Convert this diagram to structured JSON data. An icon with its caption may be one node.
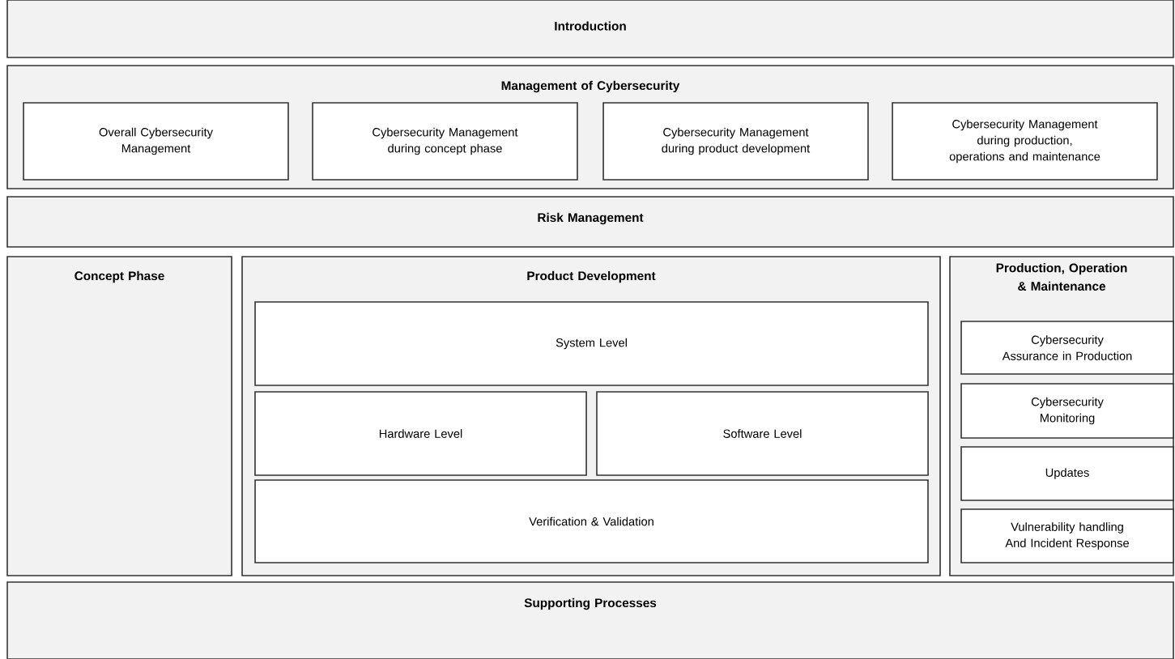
{
  "diagram": {
    "nodes": [
      {
        "text": [
          "Introduction"
        ]
      },
      {
        "text": [
          "Management of Cybersecurity"
        ]
      },
      {
        "text": [
          "Overall Cybersecurity Management"
        ],
        "in": 1
      },
      {
        "text": [
          "Cybersecurity Management during concept phase"
        ],
        "in": 1
      },
      {
        "text": [
          "Cybersecurity Management during product development"
        ],
        "in": 1
      },
      {
        "text": [
          "Cybersecurity Management during production, operations and maintenance"
        ],
        "in": 1
      },
      {
        "text": [
          "Risk Management"
        ]
      },
      {
        "text": [
          "Concept Phase"
        ]
      },
      {
        "text": [
          "Product Development"
        ]
      },
      {
        "text": [
          "System Level"
        ],
        "in": 8
      },
      {
        "text": [
          "Hardware Level"
        ],
        "in": 8
      },
      {
        "text": [
          "Software Level"
        ],
        "in": 8
      },
      {
        "text": [
          "Verification & Validation"
        ],
        "in": 8
      },
      {
        "text": [
          "Production, Operation & Maintenance"
        ]
      },
      {
        "text": [
          "Cybersecurity Assurance in Production"
        ],
        "in": 13
      },
      {
        "text": [
          "Cybersecurity Monitoring"
        ],
        "in": 13
      },
      {
        "text": [
          "Updates"
        ],
        "in": 13
      },
      {
        "text": [
          "Vulnerability handling And Incident Response"
        ],
        "in": 13
      },
      {
        "text": [
          "Supporting Processes"
        ]
      }
    ]
  }
}
